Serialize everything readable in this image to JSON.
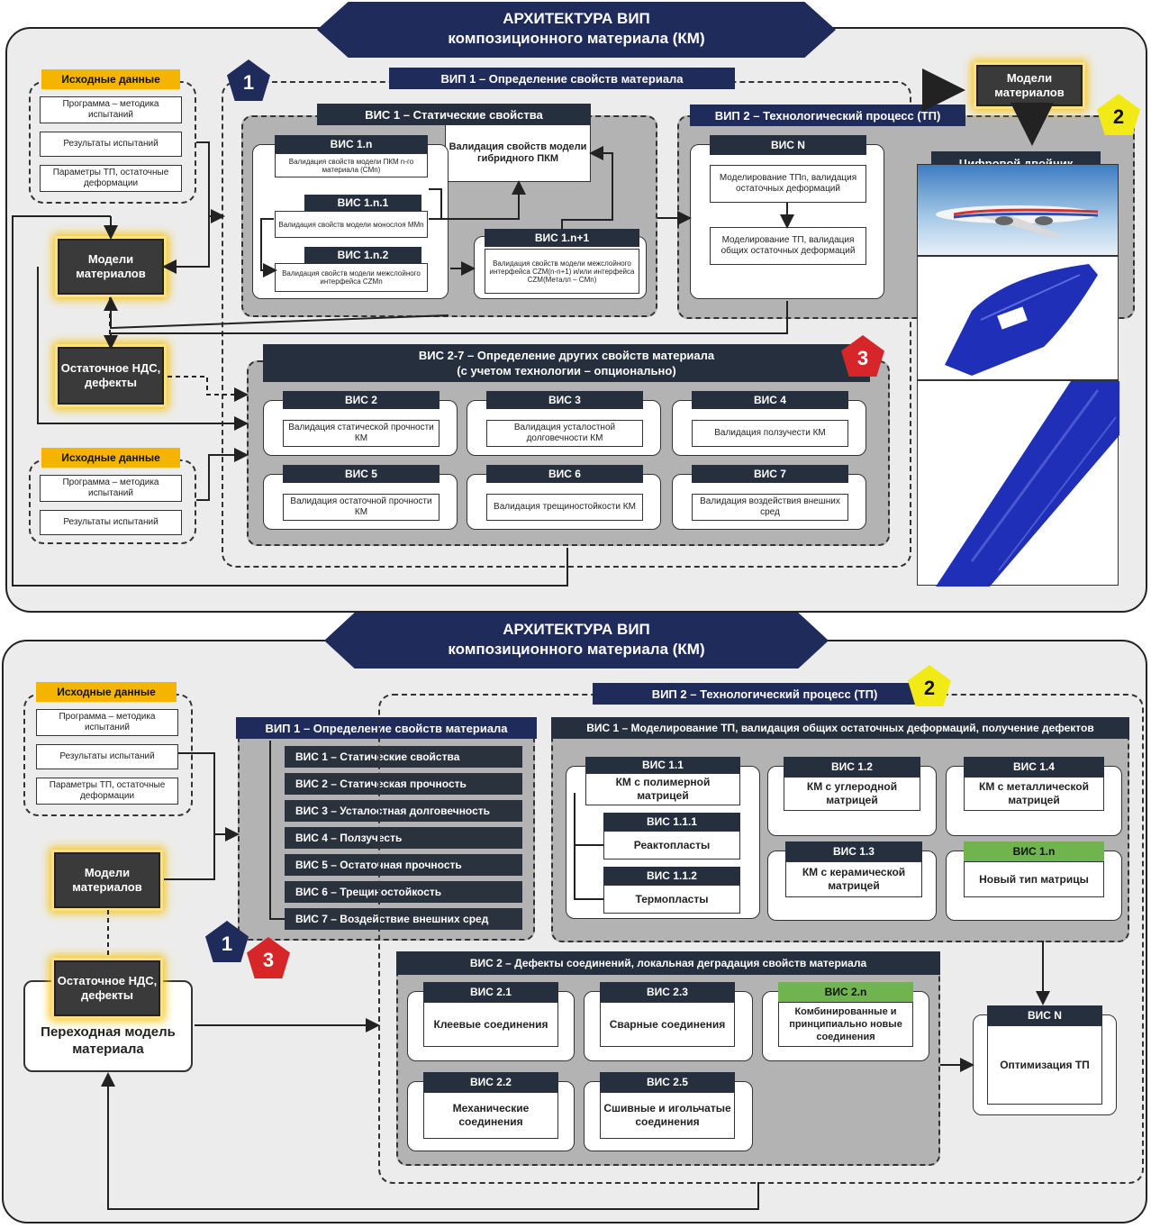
{
  "top": {
    "title1": "АРХИТЕКТУРА ВИП",
    "title2": "композиционного материала (КМ)",
    "input1": {
      "header": "Исходные данные",
      "items": [
        "Программа – методика испытаний",
        "Результаты испытаний",
        "Параметры ТП, остаточные деформации"
      ]
    },
    "input2": {
      "header": "Исходные данные",
      "items": [
        "Программа – методика испытаний",
        "Результаты испытаний"
      ]
    },
    "models": "Модели материалов",
    "stress": "Остаточное НДС, дефекты",
    "vip1": "ВИП 1 – Определение свойств материала",
    "vis1": "ВИС 1 – Статические свойства",
    "vis1_val": "Валидация свойств модели гибридного ПКМ",
    "vis1n": {
      "h": "ВИС 1.n",
      "t": "Валидация свойств модели ПКМ n-го материала (CMn)"
    },
    "vis1n1": {
      "h": "ВИС 1.n.1",
      "t": "Валидация свойств модели монослоя MMn"
    },
    "vis1n2": {
      "h": "ВИС 1.n.2",
      "t": "Валидация свойств модели межслойного интерфейса CZMn"
    },
    "vis1np1": {
      "h": "ВИС 1.n+1",
      "t": "Валидация свойств модели межслойного интерфейса CZM(n-n+1) и/или интерфейса CZM(Металл – CMn)"
    },
    "vip2": "ВИП 2 – Технологический процесс (ТП)",
    "visN": "ВИС N",
    "visN_a": "Моделирование ТПn, валидация остаточных деформаций",
    "visN_b": "Моделирование ТП, валидация общих остаточных деформаций",
    "models2": "Модели материалов",
    "twin": "Цифровой двойник",
    "vis27_1": "ВИС 2-7 – Определение других свойств материала",
    "vis27_2": "(с учетом технологии – опционально)",
    "cells": [
      {
        "h": "ВИС 2",
        "t": "Валидация статической прочности КМ"
      },
      {
        "h": "ВИС 3",
        "t": "Валидация усталостной долговечности КМ"
      },
      {
        "h": "ВИС 4",
        "t": "Валидация ползучести КМ"
      },
      {
        "h": "ВИС 5",
        "t": "Валидация остаточной прочности КМ"
      },
      {
        "h": "ВИС 6",
        "t": "Валидация трещиностойкости КМ"
      },
      {
        "h": "ВИС 7",
        "t": "Валидация воздействия внешних сред"
      }
    ],
    "badges": [
      "1",
      "2",
      "3"
    ]
  },
  "bottom": {
    "title1": "АРХИТЕКТУРА ВИП",
    "title2": "композиционного материала (КМ)",
    "input": {
      "header": "Исходные данные",
      "items": [
        "Программа – методика испытаний",
        "Результаты испытаний",
        "Параметры ТП, остаточные деформации"
      ]
    },
    "models": "Модели материалов",
    "stress": "Остаточное НДС, дефекты",
    "transition": "Переходная модель материала",
    "vip1": "ВИП 1 – Определение свойств материала",
    "vip1_items": [
      "ВИС 1 – Статические свойства",
      "ВИС 2 – Статическая прочность",
      "ВИС 3 – Усталостная долговечность",
      "ВИС 4 – Ползучесть",
      "ВИС 5 – Остаточная прочность",
      "ВИС 6 – Трещиностойкость",
      "ВИС 7 – Воздействие внешних сред"
    ],
    "vip2": "ВИП 2 – Технологический процесс (ТП)",
    "vis1": "ВИС 1 – Моделирование ТП, валидация общих остаточных деформаций, получение дефектов",
    "vis11": {
      "h": "ВИС 1.1",
      "t": "КМ с полимерной матрицей"
    },
    "vis111": {
      "h": "ВИС 1.1.1",
      "t": "Реактопласты"
    },
    "vis112": {
      "h": "ВИС 1.1.2",
      "t": "Термопласты"
    },
    "vis12": {
      "h": "ВИС 1.2",
      "t": "КМ с углеродной матрицей"
    },
    "vis13": {
      "h": "ВИС 1.3",
      "t": "КМ с керамической матрицей"
    },
    "vis14": {
      "h": "ВИС 1.4",
      "t": "КМ с металлической матрицей"
    },
    "vis1n": {
      "h": "ВИС 1.n",
      "t": "Новый тип матрицы"
    },
    "vis2": "ВИС 2 – Дефекты соединений, локальная деградация свойств материала",
    "vis21": {
      "h": "ВИС 2.1",
      "t": "Клеевые соединения"
    },
    "vis23": {
      "h": "ВИС 2.3",
      "t": "Сварные соединения"
    },
    "vis2n": {
      "h": "ВИС 2.n",
      "t": "Комбинированные и принципиально новые соединения"
    },
    "vis22": {
      "h": "ВИС 2.2",
      "t": "Механические соединения"
    },
    "vis25": {
      "h": "ВИС 2.5",
      "t": "Сшивные и игольчатые соединения"
    },
    "visN": {
      "h": "ВИС N",
      "t": "Оптимизация ТП"
    },
    "badges": [
      "1",
      "3",
      "2"
    ]
  },
  "colors": {
    "navy": "#1f2b5a",
    "yellow": "#f4b400",
    "green": "#6fb44e",
    "red": "#d7262a"
  }
}
